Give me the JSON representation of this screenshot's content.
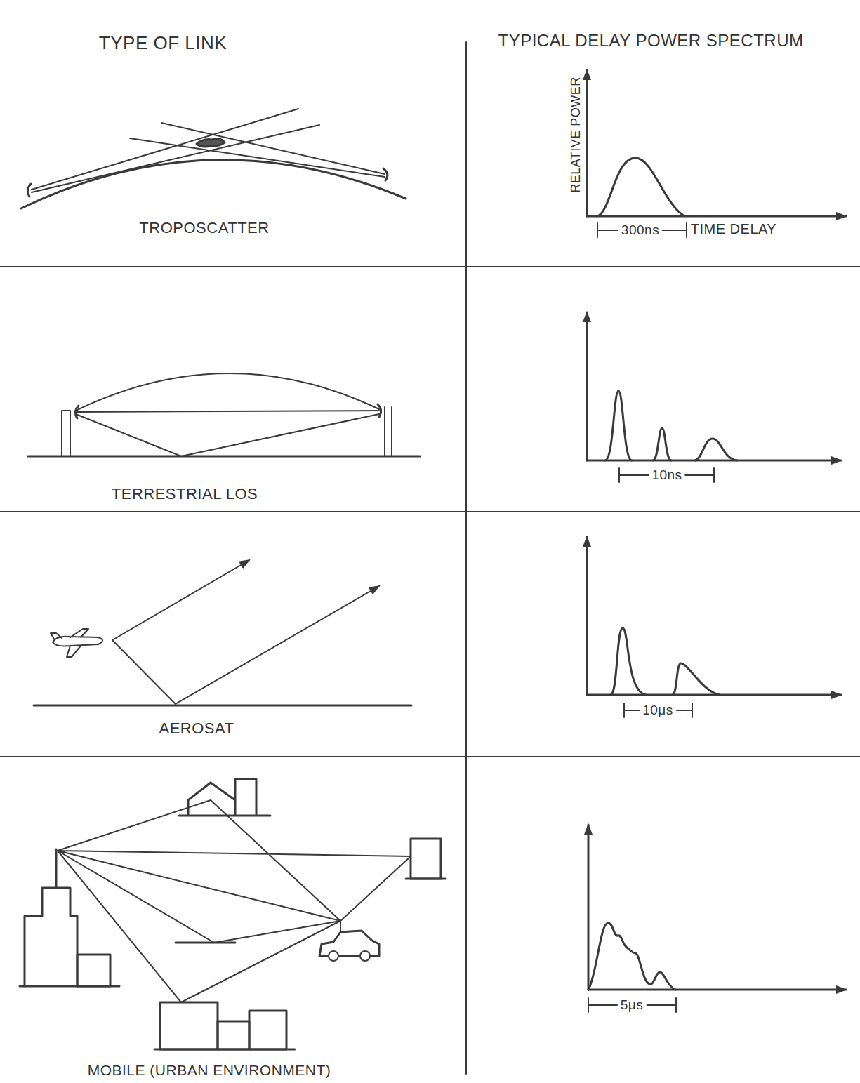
{
  "diagram": {
    "labels": [
      "TYPE OF LINK",
      "TYPICAL DELAY POWER SPECTRUM",
      "TROPOSCATTER",
      "RELATIVE POWER",
      "300ns",
      "TIME DELAY",
      "TERRESTRIAL LOS",
      "10ns",
      "AEROSAT",
      "10μs",
      "MOBILE (URBAN ENVIRONMENT)",
      "5μs"
    ]
  }
}
